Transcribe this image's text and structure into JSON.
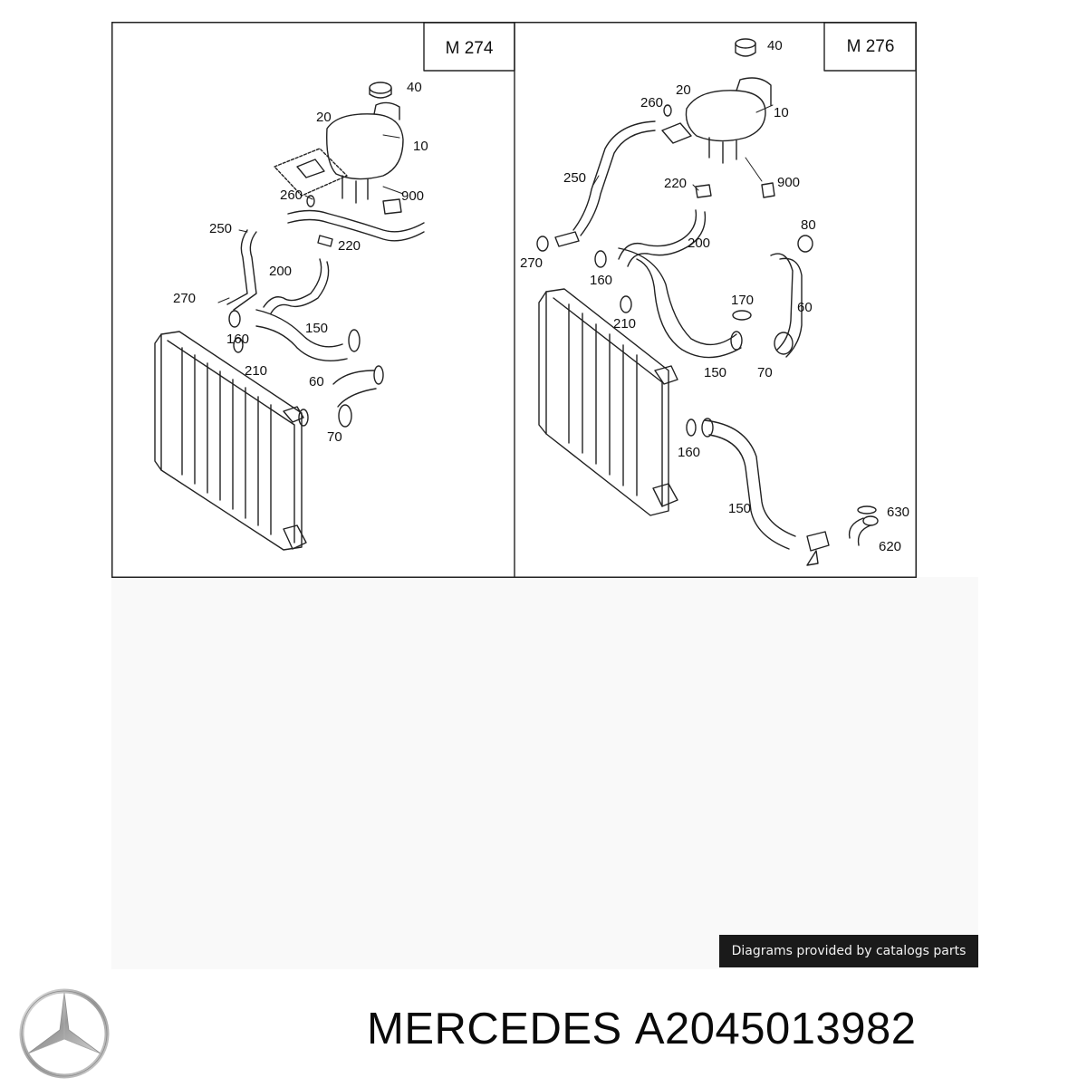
{
  "diagram": {
    "panels": [
      {
        "model": "M 274",
        "callouts": [
          "40",
          "20",
          "10",
          "900",
          "260",
          "250",
          "220",
          "200",
          "270",
          "160",
          "150",
          "210",
          "60",
          "70"
        ]
      },
      {
        "model": "M 276",
        "callouts": [
          "40",
          "260",
          "20",
          "10",
          "250",
          "220",
          "900",
          "80",
          "200",
          "270",
          "160",
          "170",
          "60",
          "210",
          "150",
          "70",
          "160",
          "150",
          "630",
          "620"
        ]
      }
    ],
    "caption": "Diagrams provided by catalogs parts"
  },
  "brand": {
    "logo": "mercedes-star-logo",
    "name": "MERCEDES",
    "part_number": "A2045013982"
  },
  "colors": {
    "line": "#222222",
    "caption_bg": "#1a1a1a",
    "shade_bg": "#f9f9f9"
  }
}
